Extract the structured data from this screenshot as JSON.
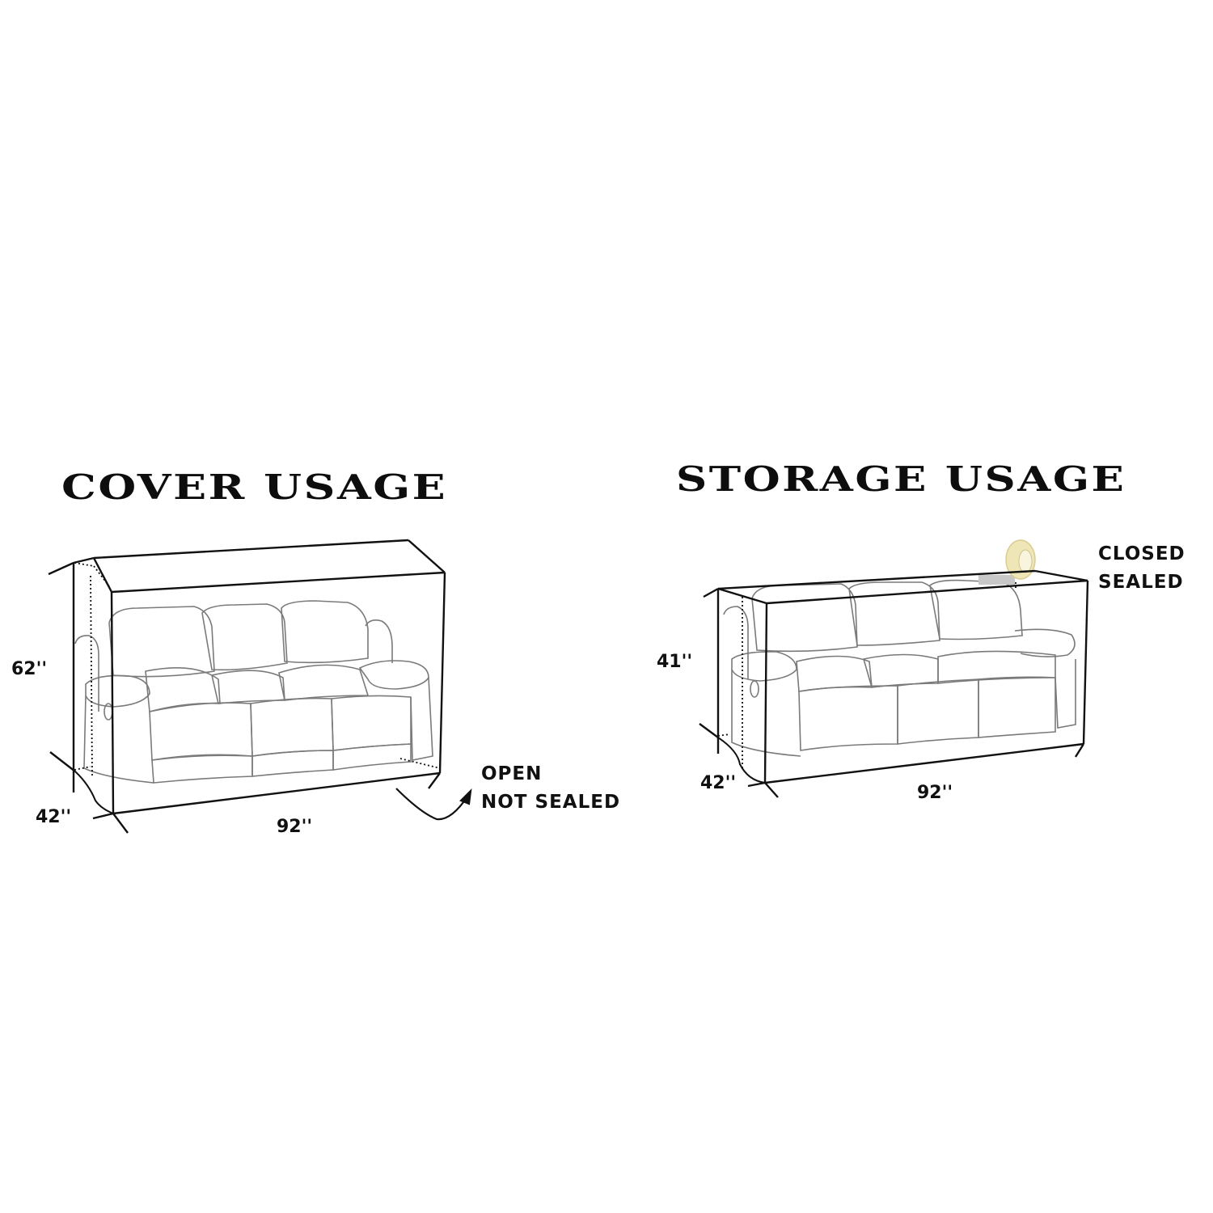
{
  "panels": {
    "cover": {
      "title": "COVER USAGE",
      "dimensions": {
        "height": "62''",
        "depth": "42''",
        "width": "92''"
      },
      "note": {
        "line1": "OPEN",
        "line2": "NOT SEALED"
      }
    },
    "storage": {
      "title": "STORAGE USAGE",
      "dimensions": {
        "height": "41''",
        "depth": "42''",
        "width": "92''"
      },
      "note": {
        "line1": "CLOSED",
        "line2": "SEALED"
      }
    }
  },
  "colors": {
    "background": "#ffffff",
    "ink": "#111111",
    "sketch": "#8a8a8a",
    "tape": "#efe6b8",
    "tape_strip": "#c8c8c8"
  }
}
